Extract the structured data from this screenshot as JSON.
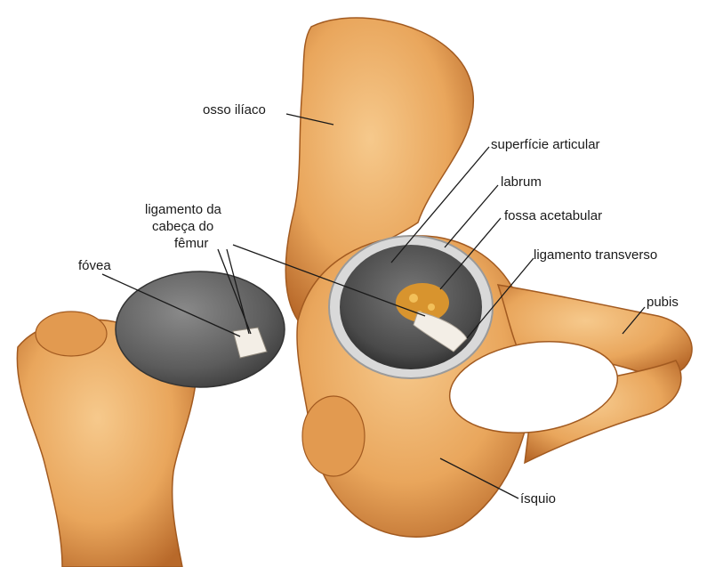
{
  "title_fragment": "",
  "labels": {
    "osso_iliaco": "osso ilíaco",
    "superficie_articular": "superfície articular",
    "labrum": "labrum",
    "ligamento_cabeca_1": "ligamento da",
    "ligamento_cabeca_2": "cabeça do",
    "ligamento_cabeca_3": "fêmur",
    "fossa_acetabular": "fossa acetabular",
    "fovea": "fóvea",
    "ligamento_transverso": "ligamento transverso",
    "pubis": "pubis",
    "isquio": "ísquio"
  },
  "colors": {
    "bone": "#e9a65c",
    "bone_dark": "#b8692a",
    "bone_light": "#f6c98c",
    "cartilage": "#5c5c5c",
    "cartilage_light": "#8a8a8a",
    "labrum": "#d9d9d9",
    "fossa": "#d8942e",
    "ligament": "#f3eee6"
  }
}
